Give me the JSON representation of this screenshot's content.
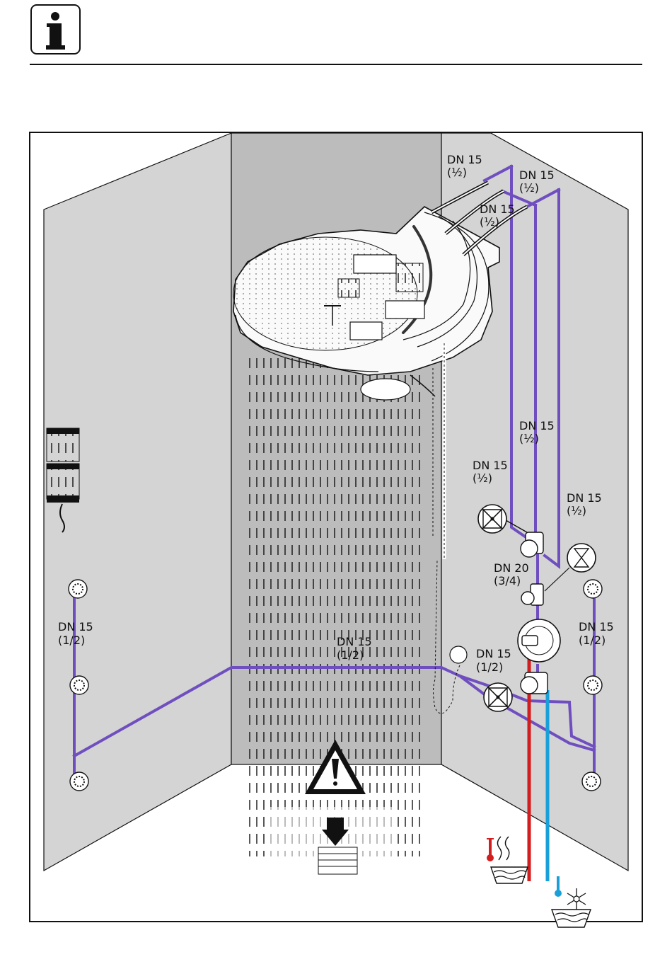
{
  "header": {
    "info_icon_glyph": "i"
  },
  "colors": {
    "pipe": "#6f4fbf",
    "hot": "#d21e1e",
    "cold": "#1aa0d8",
    "wall": "#d4d4d4",
    "back_wall": "#bcbcbc"
  },
  "icons": [
    "info-icon",
    "warning-icon",
    "drain-arrow-icon",
    "hot-water-icon",
    "cold-water-icon",
    "valve-icon",
    "shutoff-valve-icon"
  ],
  "labels": {
    "top1_a": "DN 15",
    "top1_b": "(½)",
    "top2_a": "DN 15",
    "top2_b": "(½)",
    "top3_a": "DN 15",
    "top3_b": "(½)",
    "mid1_a": "DN 15",
    "mid1_b": "(½)",
    "mid2_a": "DN 15",
    "mid2_b": "(½)",
    "mid3_a": "DN 15",
    "mid3_b": "(½)",
    "dn20_a": "DN 20",
    "dn20_b": "(3/4)",
    "left_a": "DN 15",
    "left_b": "(1/2)",
    "center_a": "DN 15",
    "center_b": "(1/2)",
    "valve_a": "DN 15",
    "valve_b": "(1/2)",
    "right_a": "DN 15",
    "right_b": "(1/2)"
  }
}
